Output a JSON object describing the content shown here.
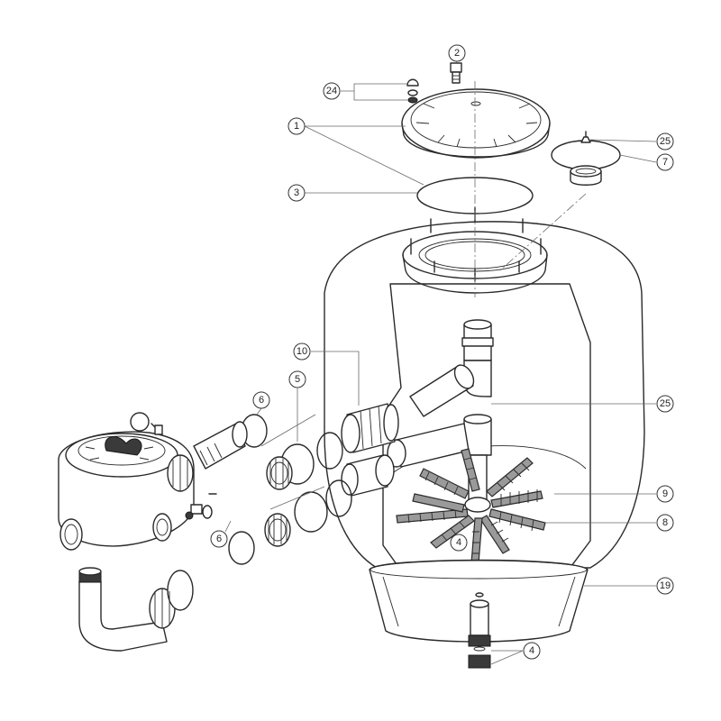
{
  "diagram": {
    "kind": "exploded parts view",
    "callouts": [
      {
        "id": "c-2",
        "label": "2"
      },
      {
        "id": "c-24",
        "label": "24"
      },
      {
        "id": "c-1",
        "label": "1"
      },
      {
        "id": "c-25a",
        "label": "25"
      },
      {
        "id": "c-7",
        "label": "7"
      },
      {
        "id": "c-3",
        "label": "3"
      },
      {
        "id": "c-10",
        "label": "10"
      },
      {
        "id": "c-5",
        "label": "5"
      },
      {
        "id": "c-6a",
        "label": "6"
      },
      {
        "id": "c-25b",
        "label": "25"
      },
      {
        "id": "c-9",
        "label": "9"
      },
      {
        "id": "c-6b",
        "label": "6"
      },
      {
        "id": "c-8",
        "label": "8"
      },
      {
        "id": "c-4a",
        "label": "4"
      },
      {
        "id": "c-19",
        "label": "19"
      },
      {
        "id": "c-4b",
        "label": "4"
      }
    ]
  }
}
